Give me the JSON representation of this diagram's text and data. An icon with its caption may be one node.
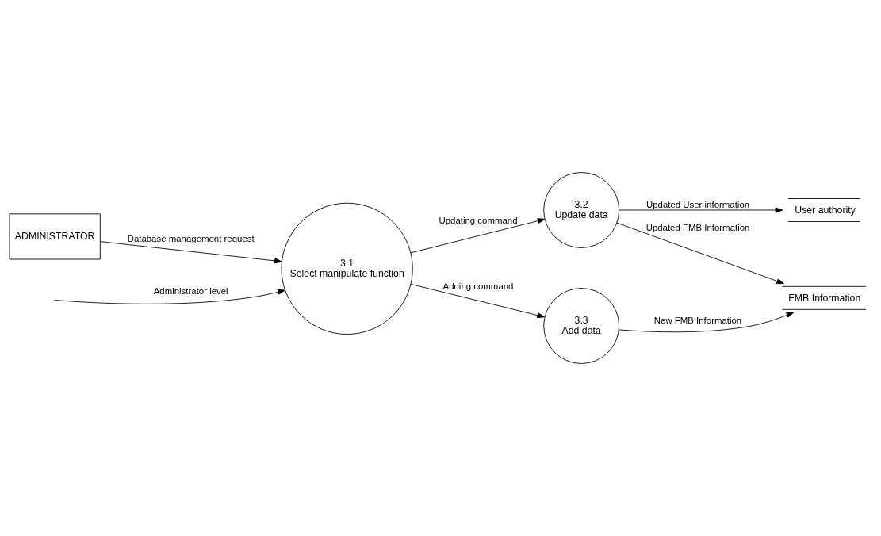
{
  "diagram": {
    "nodes": [
      {
        "text": [
          "ADMINISTRATOR"
        ]
      },
      {
        "text": [
          "3.1",
          "Select manipulate function"
        ]
      },
      {
        "text": [
          "3.2",
          "Update data"
        ]
      },
      {
        "text": [
          "FMB Information"
        ]
      },
      {
        "text": [
          "3.3",
          "Add data"
        ]
      },
      {
        "text": [
          "User authority"
        ]
      }
    ],
    "edges": [
      {
        "from": null,
        "to": 1,
        "arrow": "to",
        "label": "Administrator level"
      },
      {
        "from": 0,
        "to": 1,
        "arrow": "to",
        "label": "Database management request"
      },
      {
        "from": 1,
        "to": 2,
        "arrow": "to",
        "label": "Updating command"
      },
      {
        "from": 1,
        "to": 4,
        "arrow": "to",
        "label": "Adding command"
      },
      {
        "from": 2,
        "to": 3,
        "arrow": "to",
        "label": "Updated FMB Information"
      },
      {
        "from": 2,
        "to": 5,
        "arrow": "to",
        "label": "Updated User information"
      },
      {
        "from": 4,
        "to": 3,
        "arrow": "to",
        "label": "New FMB Information"
      }
    ]
  }
}
